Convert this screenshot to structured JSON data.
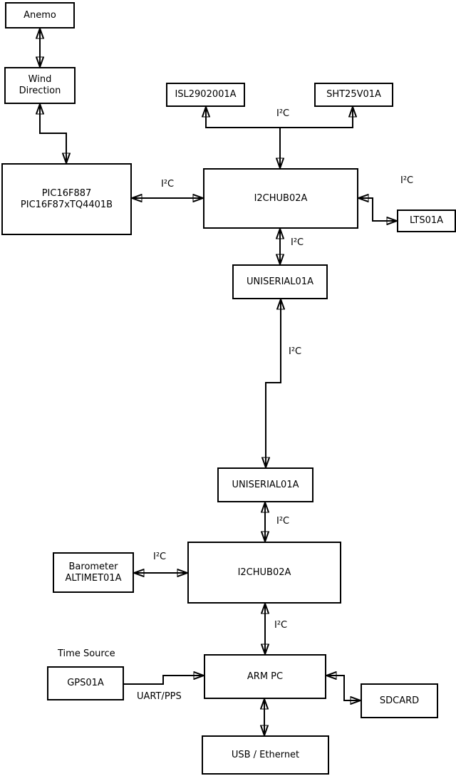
{
  "diagram_type": "block-diagram",
  "colors": {
    "line": "#000000",
    "box_fill": "#ffffff",
    "background": "#ffffff",
    "text": "#000000"
  },
  "boxes": {
    "anemo": "Anemo",
    "wind_direction": "Wind\nDirection",
    "pic": "PIC16F887\nPIC16F87xTQ4401B",
    "isl": "ISL2902001A",
    "sht": "SHT25V01A",
    "i2chub1": "I2CHUB02A",
    "lts": "LTS01A",
    "uniserial1": "UNISERIAL01A",
    "uniserial2": "UNISERIAL01A",
    "barometer": "Barometer\nALTIMET01A",
    "i2chub2": "I2CHUB02A",
    "arm_pc": "ARM PC",
    "gps": "GPS01A",
    "sdcard": "SDCARD",
    "usb_ethernet": "USB / Ethernet"
  },
  "labels": {
    "i2c": "I²C",
    "time_source": "Time Source",
    "uart_pps": "UART/PPS"
  },
  "edges": [
    {
      "from": "anemo",
      "to": "wind_direction",
      "bidirectional": true,
      "label": ""
    },
    {
      "from": "wind_direction",
      "to": "pic",
      "bidirectional": true,
      "label": ""
    },
    {
      "from": "pic",
      "to": "i2chub1",
      "bidirectional": true,
      "label": "I²C"
    },
    {
      "from": "i2chub1",
      "to": [
        "isl",
        "sht"
      ],
      "bidirectional": true,
      "label": "I²C"
    },
    {
      "from": "i2chub1",
      "to": "lts",
      "bidirectional": true,
      "label": "I²C"
    },
    {
      "from": "i2chub1",
      "to": "uniserial1",
      "bidirectional": true,
      "label": "I²C"
    },
    {
      "from": "uniserial1",
      "to": "uniserial2",
      "bidirectional": true,
      "label": "I²C"
    },
    {
      "from": "uniserial2",
      "to": "i2chub2",
      "bidirectional": true,
      "label": "I²C"
    },
    {
      "from": "barometer",
      "to": "i2chub2",
      "bidirectional": true,
      "label": "I²C"
    },
    {
      "from": "i2chub2",
      "to": "arm_pc",
      "bidirectional": true,
      "label": "I²C"
    },
    {
      "from": "gps",
      "to": "arm_pc",
      "bidirectional": false,
      "label": "UART/PPS"
    },
    {
      "from": "arm_pc",
      "to": "sdcard",
      "bidirectional": true,
      "label": ""
    },
    {
      "from": "arm_pc",
      "to": "usb_ethernet",
      "bidirectional": true,
      "label": ""
    }
  ]
}
